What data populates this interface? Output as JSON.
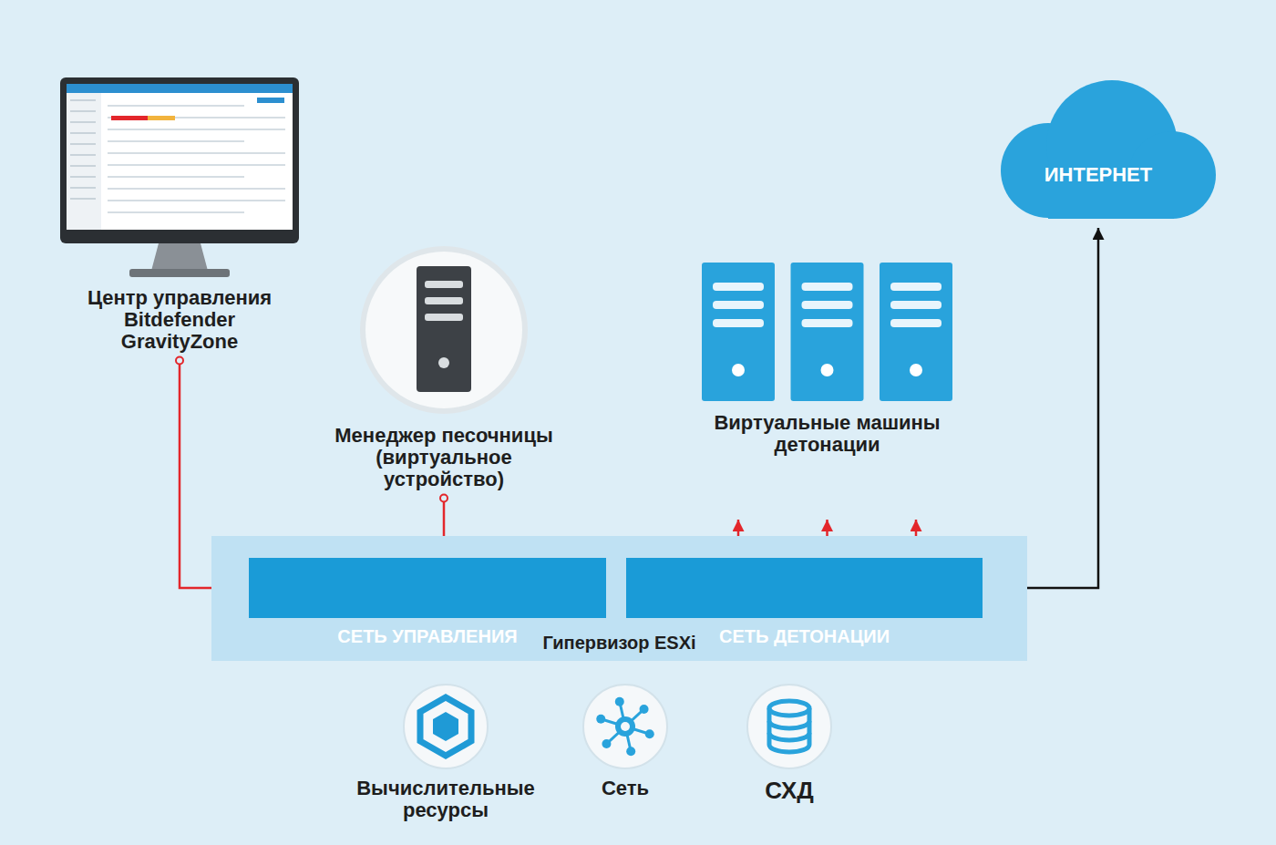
{
  "diagram": {
    "nodes": [
      {
        "text": [
          "Центр управления Bitdefender GravityZone"
        ]
      },
      {
        "text": [
          "Менеджер песочницы (виртуальное устройство)"
        ]
      },
      {
        "text": [
          "Виртуальные машины детонации"
        ]
      },
      {
        "text": [
          "ИНТЕРНЕТ"
        ]
      },
      {
        "text": [
          "Гипервизор ESXi"
        ]
      },
      {
        "text": [
          "СЕТЬ УПРАВЛЕНИЯ"
        ],
        "in": 4
      },
      {
        "text": [
          "СЕТЬ ДЕТОНАЦИИ"
        ],
        "in": 4
      },
      {
        "text": [
          "Вычислительные ресурсы"
        ]
      },
      {
        "text": [
          "Сеть"
        ]
      },
      {
        "text": [
          "СХД"
        ]
      }
    ],
    "edges": [
      {
        "from": 0,
        "to": 5,
        "arrow": "to"
      },
      {
        "from": 1,
        "to": 5,
        "arrow": "to"
      },
      {
        "from": 2,
        "to": 6,
        "arrow": "both"
      },
      {
        "from": 3,
        "to": 6,
        "arrow": "both"
      }
    ]
  }
}
